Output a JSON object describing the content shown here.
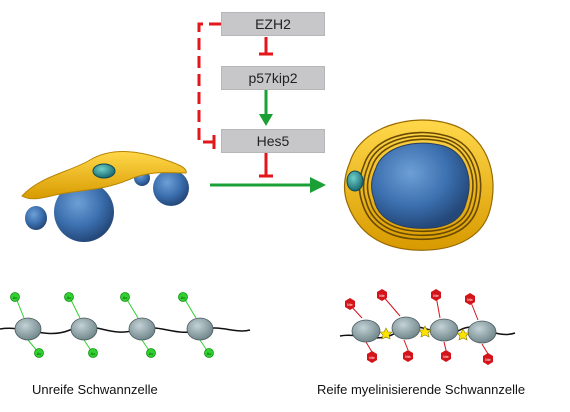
{
  "pathway": {
    "ezh2": "EZH2",
    "p57kip2": "p57kip2",
    "hes5": "Hes5"
  },
  "chromatin_marks": {
    "left": "Ac",
    "right": "Me"
  },
  "captions": {
    "immature": "Unreife Schwannzelle",
    "mature": "Reife myelinisierende Schwannzelle"
  },
  "colors": {
    "activation": "#1aa034",
    "repression": "#e3161b",
    "membrane": "#f3c000",
    "nucleus": "#3a6fb0",
    "acetyl": "#2fd02f",
    "methyl": "#d4141b"
  }
}
